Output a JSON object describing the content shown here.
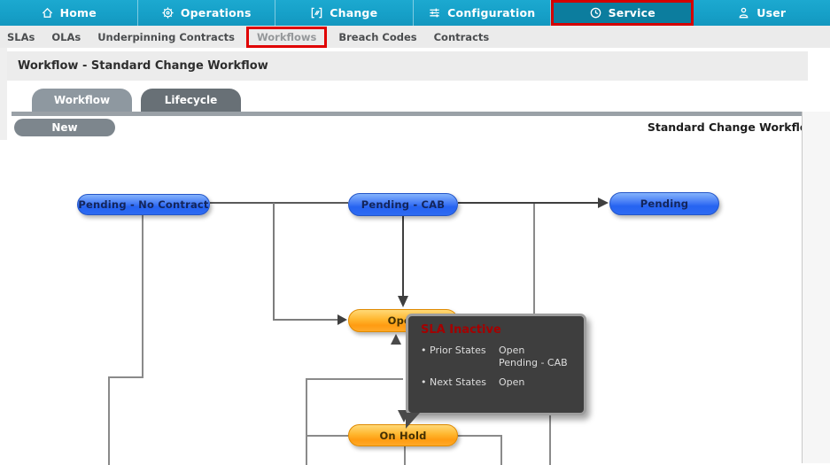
{
  "nav": {
    "items": [
      {
        "label": "Home"
      },
      {
        "label": "Operations"
      },
      {
        "label": "Change"
      },
      {
        "label": "Configuration"
      },
      {
        "label": "Service",
        "active": true
      },
      {
        "label": "User"
      }
    ]
  },
  "subnav": {
    "items": [
      {
        "label": "SLAs"
      },
      {
        "label": "OLAs"
      },
      {
        "label": "Underpinning Contracts"
      },
      {
        "label": "Workflows",
        "highlighted": true
      },
      {
        "label": "Breach Codes"
      },
      {
        "label": "Contracts"
      }
    ]
  },
  "page": {
    "title": "Workflow - Standard Change Workflow",
    "workflow_name": "Standard Change Workflow"
  },
  "tabs": [
    {
      "label": "Workflow",
      "active": true
    },
    {
      "label": "Lifecycle",
      "active": false
    }
  ],
  "toolbar": {
    "new_label": "New"
  },
  "diagram": {
    "nodes": [
      {
        "id": "pending-no-contract",
        "label": "Pending - No Contract",
        "color": "blue"
      },
      {
        "id": "pending-cab",
        "label": "Pending - CAB",
        "color": "blue"
      },
      {
        "id": "pending",
        "label": "Pending",
        "color": "blue"
      },
      {
        "id": "open",
        "label": "Open",
        "color": "orange"
      },
      {
        "id": "on-hold",
        "label": "On Hold",
        "color": "orange"
      }
    ],
    "colors": {
      "blue_node": "#2563f1",
      "orange_node": "#ff9c12",
      "connector": "#7d7d7d",
      "arrow": "#3f3f3f"
    }
  },
  "tooltip": {
    "title": "SLA Inactive",
    "rows": [
      {
        "label": "Prior States",
        "values": [
          "Open",
          "Pending - CAB"
        ]
      },
      {
        "label": "Next States",
        "values": [
          "Open"
        ]
      }
    ]
  },
  "theme": {
    "nav_background": "#16a0c8",
    "nav_active_background": "#0c7d9e",
    "highlight_red": "#d40000"
  }
}
